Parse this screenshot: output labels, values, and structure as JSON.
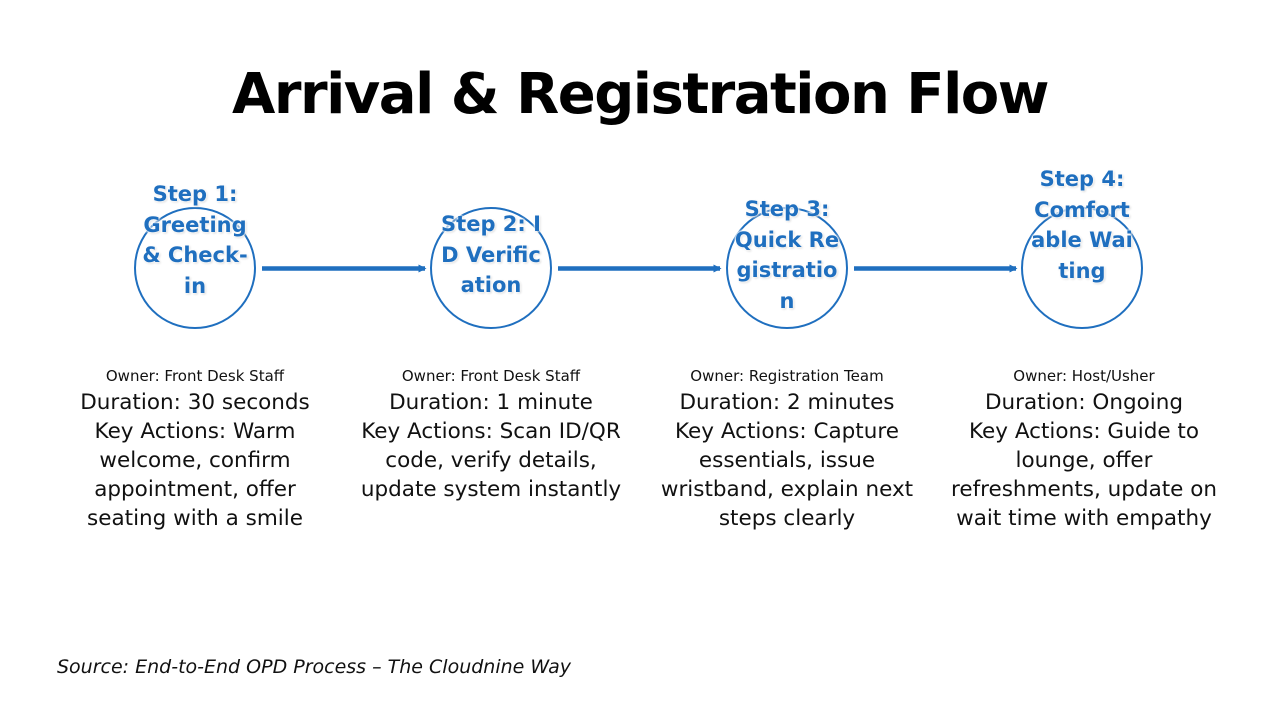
{
  "title": "Arrival & Registration Flow",
  "accent_color": "#1f6fbf",
  "steps": [
    {
      "label": "Step 1: Greeting & Check-in",
      "owner": "Owner: Front Desk Staff",
      "duration": "Duration: 30 seconds",
      "actions": "Key Actions: Warm welcome, confirm appointment, offer seating with a smile"
    },
    {
      "label": "Step 2: ID Verification",
      "owner": "Owner: Front Desk Staff",
      "duration": "Duration: 1 minute",
      "actions": "Key Actions: Scan ID/QR code, verify details, update system instantly"
    },
    {
      "label": "Step 3: Quick Registration",
      "owner": "Owner: Registration Team",
      "duration": "Duration: 2 minutes",
      "actions": "Key Actions: Capture essentials, issue wristband, explain next steps clearly"
    },
    {
      "label": "Step 4: Comfortable Waiting",
      "owner": "Owner: Host/Usher",
      "duration": "Duration: Ongoing",
      "actions": "Key Actions: Guide to lounge, offer refreshments, update on wait time with empathy"
    }
  ],
  "source": "Source: End-to-End OPD Process – The Cloudnine Way"
}
